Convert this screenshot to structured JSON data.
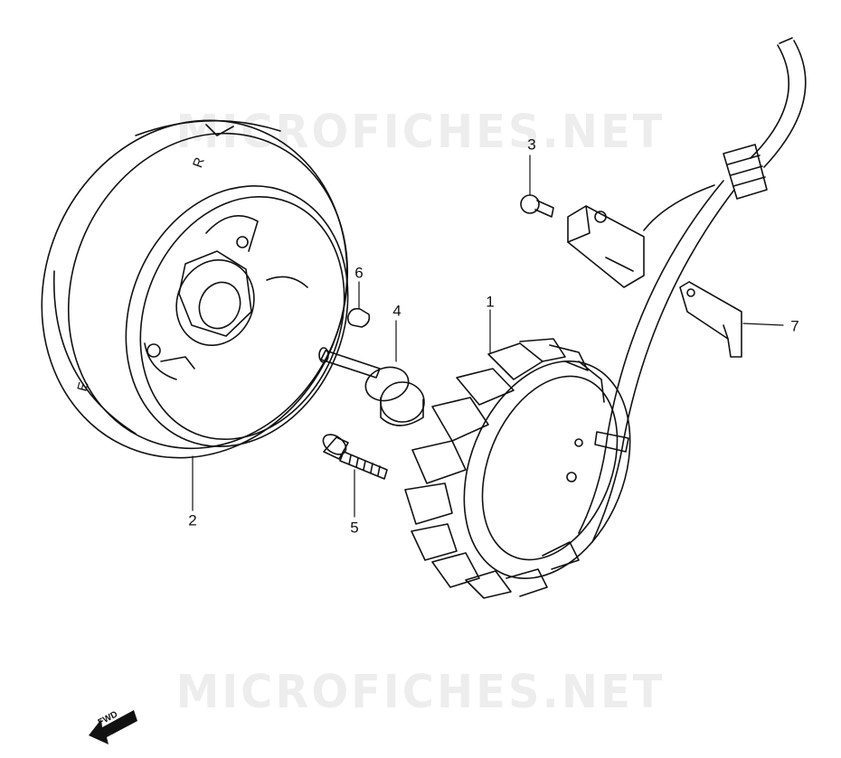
{
  "watermarks": {
    "top": "MICROFICHES.NET",
    "bottom": "MICROFICHES.NET"
  },
  "fwd_label": "FWD",
  "parts": [
    {
      "id": "1",
      "label": "1"
    },
    {
      "id": "2",
      "label": "2"
    },
    {
      "id": "3",
      "label": "3"
    },
    {
      "id": "4",
      "label": "4"
    },
    {
      "id": "5",
      "label": "5"
    },
    {
      "id": "6",
      "label": "6"
    },
    {
      "id": "7",
      "label": "7"
    }
  ],
  "rotor_marks": {
    "top": "R",
    "side": "E"
  },
  "colors": {
    "line": "#111111",
    "background": "#ffffff"
  }
}
